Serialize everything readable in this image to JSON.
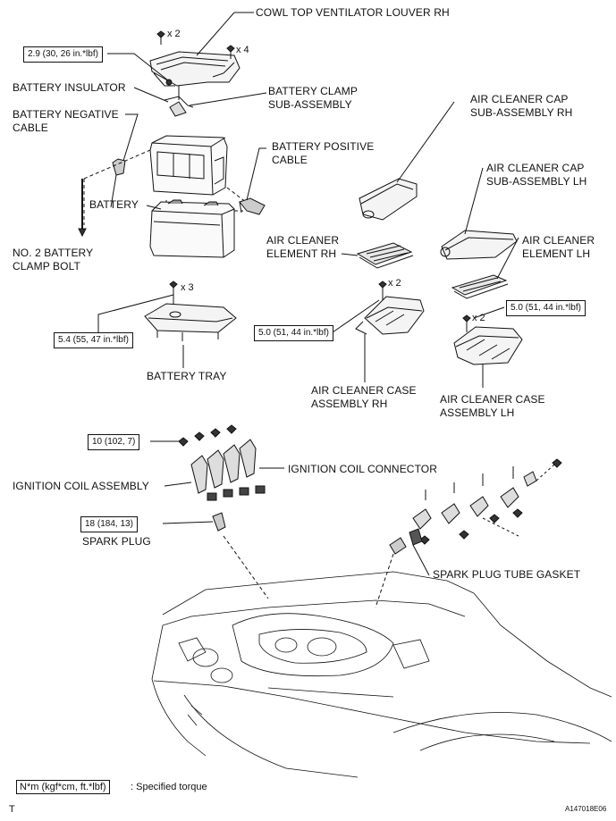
{
  "labels": {
    "cowl_louver": "COWL TOP VENTILATOR LOUVER RH",
    "battery_insulator": "BATTERY INSULATOR",
    "battery_clamp_1": "BATTERY CLAMP",
    "battery_clamp_2": "SUB-ASSEMBLY",
    "battery_neg_1": "BATTERY NEGATIVE",
    "battery_neg_2": "CABLE",
    "battery_pos_1": "BATTERY POSITIVE",
    "battery_pos_2": "CABLE",
    "battery": "BATTERY",
    "clamp_bolt_1": "NO. 2 BATTERY",
    "clamp_bolt_2": "CLAMP BOLT",
    "battery_tray": "BATTERY TRAY",
    "ac_cap_rh_1": "AIR CLEANER CAP",
    "ac_cap_rh_2": "SUB-ASSEMBLY RH",
    "ac_cap_lh_1": "AIR CLEANER CAP",
    "ac_cap_lh_2": "SUB-ASSEMBLY LH",
    "ac_elem_rh_1": "AIR CLEANER",
    "ac_elem_rh_2": "ELEMENT RH",
    "ac_elem_lh_1": "AIR CLEANER",
    "ac_elem_lh_2": "ELEMENT LH",
    "ac_case_rh_1": "AIR CLEANER CASE",
    "ac_case_rh_2": "ASSEMBLY RH",
    "ac_case_lh_1": "AIR CLEANER CASE",
    "ac_case_lh_2": "ASSEMBLY LH",
    "ign_coil_connector": "IGNITION COIL CONNECTOR",
    "ign_coil_assembly": "IGNITION COIL ASSEMBLY",
    "spark_plug": "SPARK PLUG",
    "spark_tube_gasket": "SPARK PLUG TUBE GASKET"
  },
  "torques": {
    "cowl": "2.9 (30, 26 in.*lbf)",
    "tray": "5.4 (55, 47 in.*lbf)",
    "ac_rh": "5.0 (51, 44 in.*lbf)",
    "ac_lh": "5.0 (51, 44 in.*lbf)",
    "coil": "10 (102, 7)",
    "plug": "18 (184, 13)"
  },
  "quantities": {
    "cowl_clip": "x 2",
    "cowl_screw": "x 4",
    "tray_bolt": "x 3",
    "ac_rh_bolt": "x 2",
    "ac_lh_bolt": "x 2"
  },
  "legend": {
    "unit": "N*m (kgf*cm, ft.*lbf)",
    "text": ": Specified torque"
  },
  "footer": {
    "mark": "T",
    "code": "A147018E06"
  }
}
